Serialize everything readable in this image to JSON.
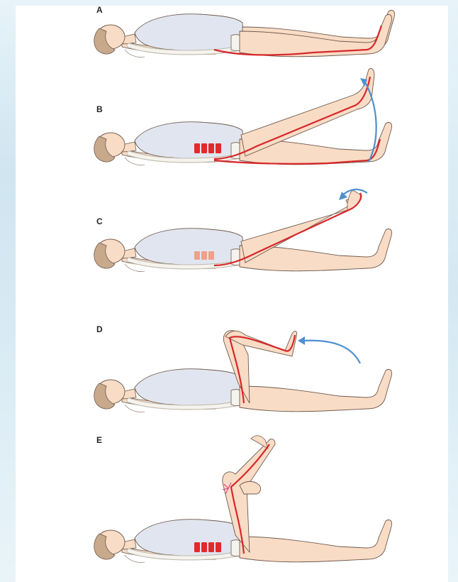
{
  "panels": [
    {
      "label": "A"
    },
    {
      "label": "B"
    },
    {
      "label": "C"
    },
    {
      "label": "D"
    },
    {
      "label": "E"
    }
  ],
  "colors": {
    "skin": "#f9dcc5",
    "skin_outline": "#6e5a4e",
    "shirt": "#e1e5ef",
    "hair": "#c8a98b",
    "spine": "#f5f3ee",
    "nerve": "#d8272a",
    "disc_active": "#e32a2a",
    "disc_faint": "#f0a089",
    "arrow": "#4f8fd0",
    "background": "#ffffff",
    "background_band": "#d9ebf4"
  },
  "icons": [
    "reclining-figure",
    "spine",
    "sciatic-nerve",
    "motion-arrow",
    "examiner-hand",
    "pain-burst"
  ]
}
